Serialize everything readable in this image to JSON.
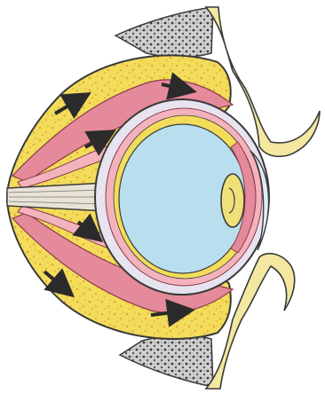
{
  "illustration": {
    "subject": "eye-orbit-cross-section",
    "colors": {
      "background": "#ffffff",
      "orbital_fat": "#f2dc5a",
      "fat_speckle": "#e3a83c",
      "muscle": "#e58a9a",
      "muscle_light": "#f3b3bd",
      "eyeball_interior": "#b9dfee",
      "sclera_line": "#3a3a3a",
      "bone": "#9a9a9a",
      "bone_dark": "#3d3d3d",
      "skin": "#f4e7a0",
      "lens": "#f0e07a",
      "arrow": "#2b2b2b"
    },
    "arrows": [
      {
        "id": "arrow-top-left"
      },
      {
        "id": "arrow-top-right"
      },
      {
        "id": "arrow-mid-upper"
      },
      {
        "id": "arrow-mid-lower"
      },
      {
        "id": "arrow-bottom-left"
      },
      {
        "id": "arrow-bottom-right"
      }
    ]
  }
}
